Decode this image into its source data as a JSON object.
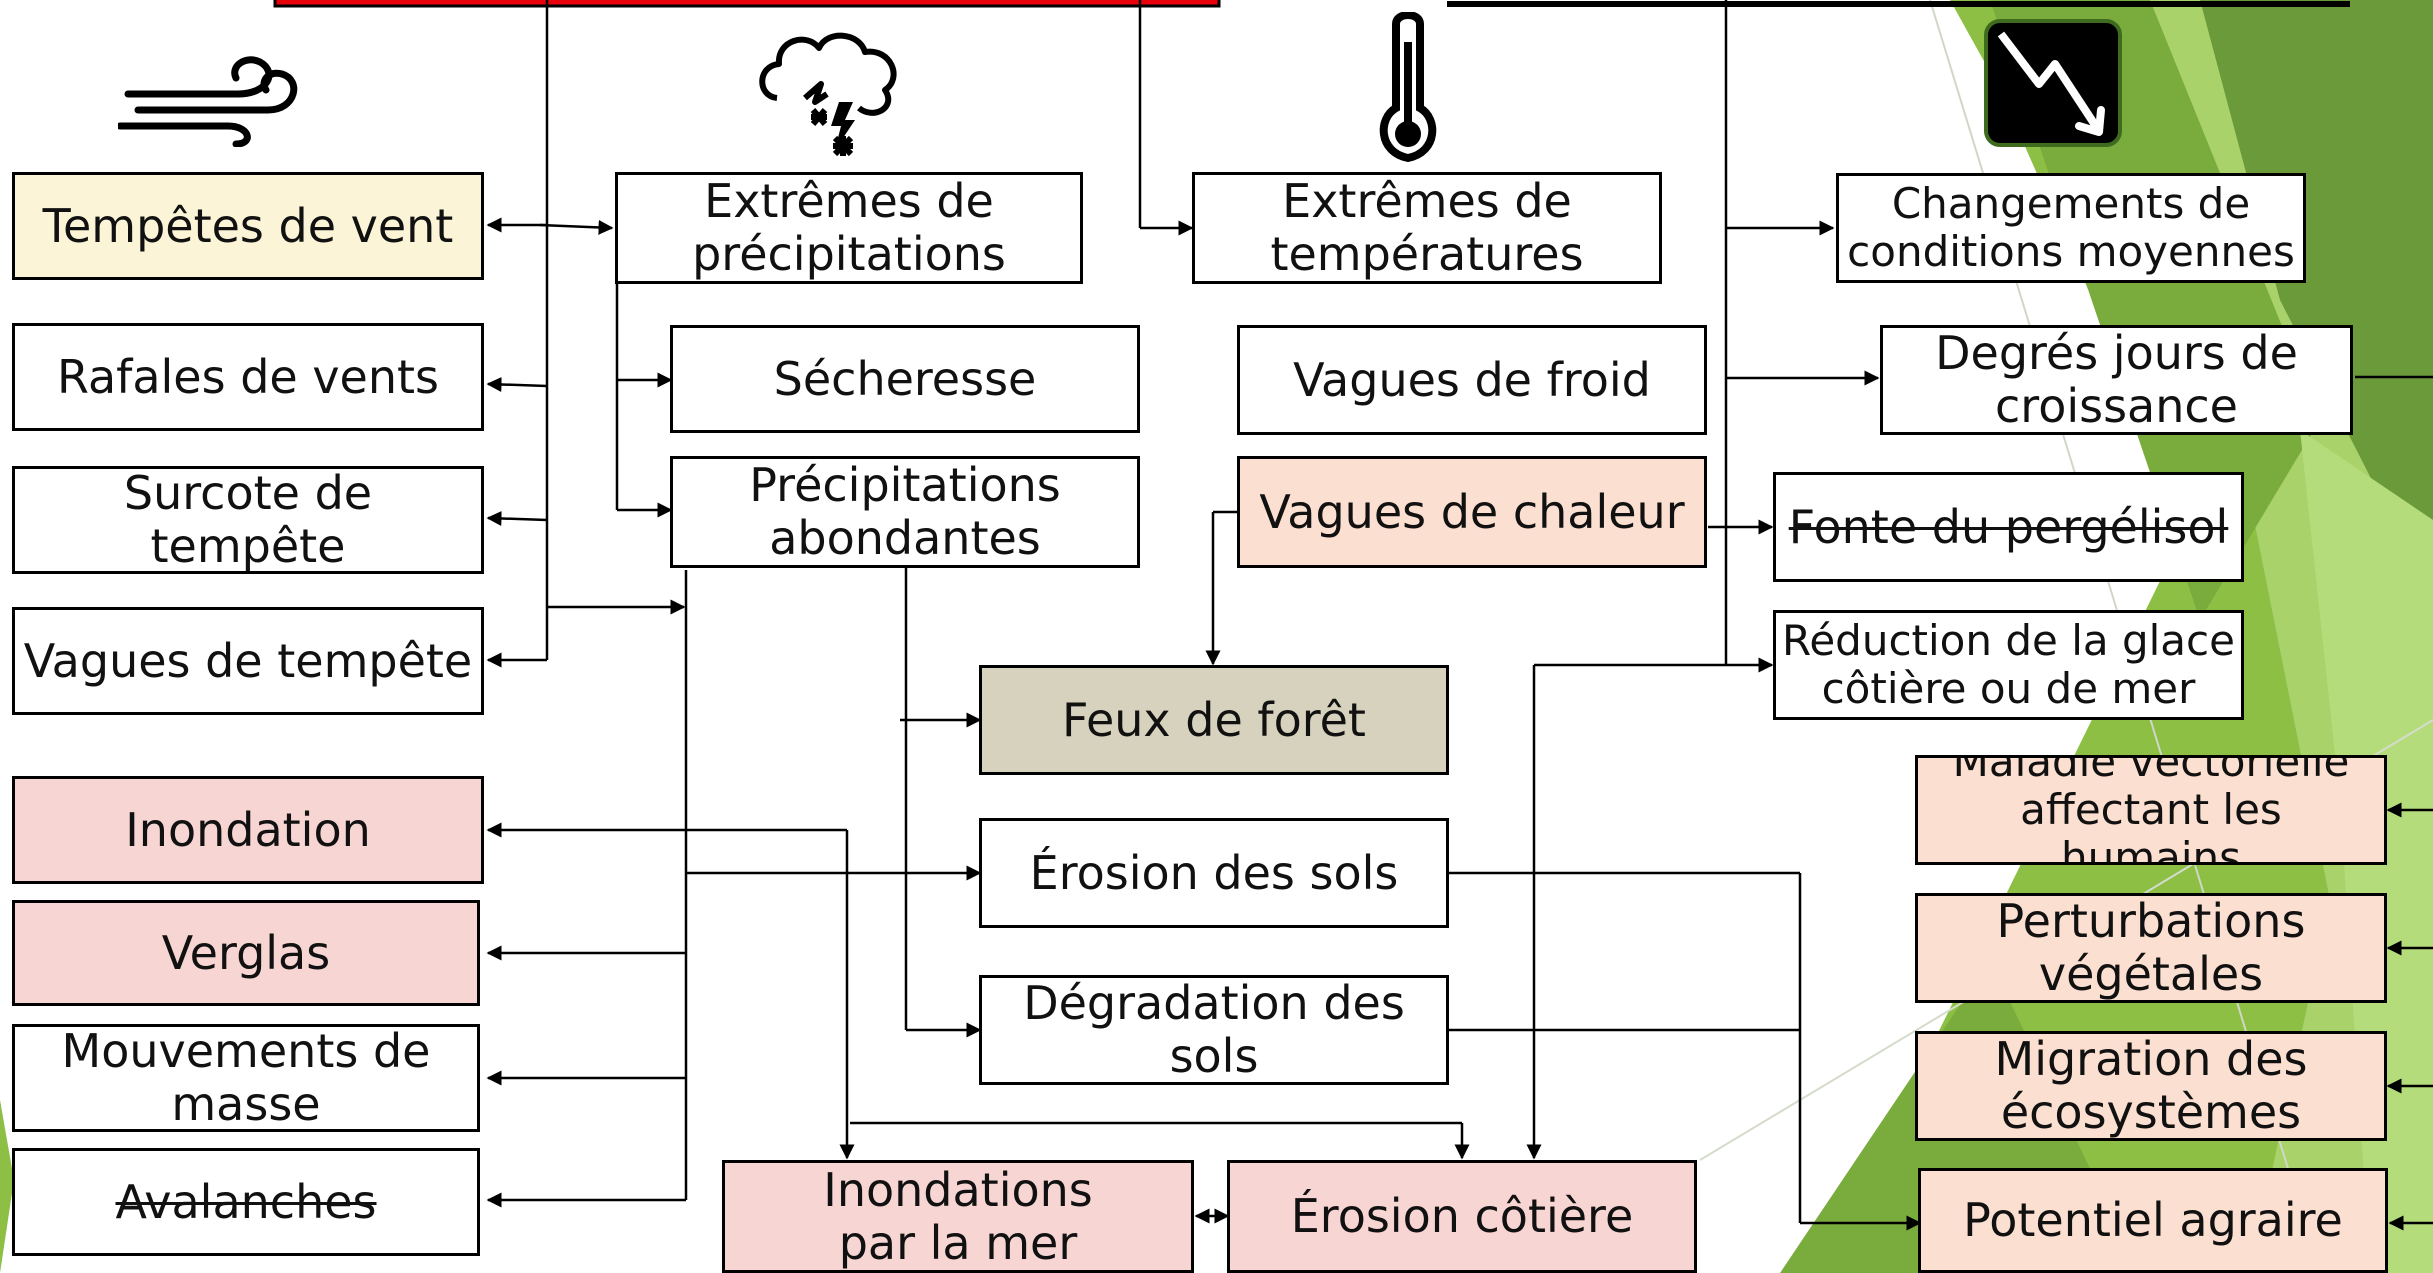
{
  "colors": {
    "white": "#ffffff",
    "cream": "#fbf4d7",
    "pink": "#f6d5d3",
    "salmon": "#fbdfd0",
    "khaki": "#d7d2bd",
    "green_dark": "#6b9a3a",
    "green_mid": "#8cbf44",
    "green_light": "#a9d36a",
    "top_bar_red": "#e8000b"
  },
  "icons": {
    "wind": "wind-icon",
    "storm": "storm-cloud-icon",
    "thermometer": "thermometer-icon",
    "trend": "downward-trend-icon"
  },
  "nodes": {
    "tempetes_vent": "Tempêtes de vent",
    "rafales": "Rafales de vents",
    "surcote": "Surcote de tempête",
    "vagues_tempete": "Vagues  de tempête",
    "inondation": "Inondation",
    "verglas": "Verglas",
    "mouvements": "Mouvements de\nmasse",
    "avalanches": "Avalanches",
    "extremes_precip": "Extrêmes de\nprécipitations",
    "secheresse": "Sécheresse",
    "precip_abondantes": "Précipitations\nabondantes",
    "extremes_temp": "Extrêmes de\ntempératures",
    "vagues_froid": "Vagues de froid",
    "vagues_chaleur": "Vagues de chaleur",
    "feux": "Feux de forêt",
    "erosion_sols": "Érosion des sols",
    "degradation": "Dégradation des\nsols",
    "inondations_mer": "Inondations\npar la mer",
    "erosion_cotiere": "Érosion côtière",
    "changements": "Changements de\nconditions moyennes",
    "degres_jours": "Degrés jours de\ncroissance",
    "fonte": "Fonte du pergélisol",
    "reduction_glace": "Réduction de la glace\ncôtière ou de mer",
    "maladie": "Maladie vectorielle\naffectant les humains",
    "perturbations": "Perturbations\nvégétales",
    "migration": "Migration des\nécosystèmes",
    "potentiel": "Potentiel agraire"
  }
}
